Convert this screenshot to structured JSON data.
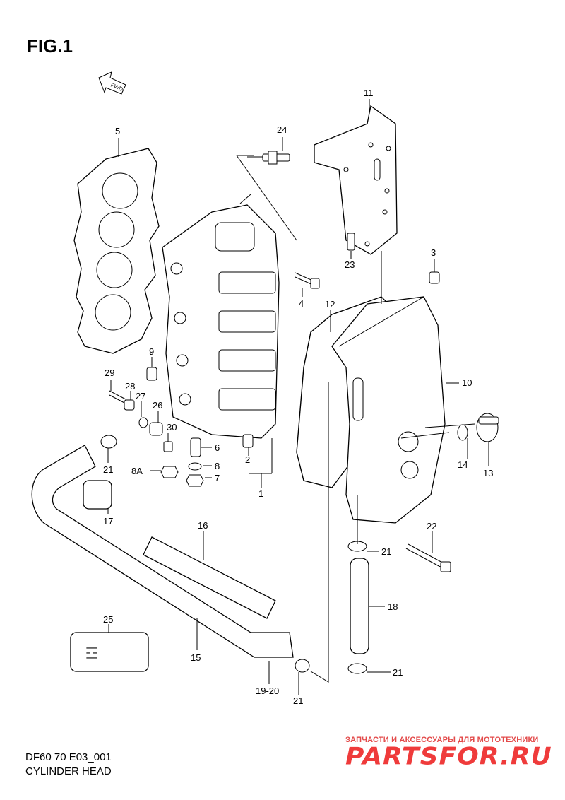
{
  "figure_title": "FIG.1",
  "fwd_label": "FWD",
  "diagram_code": "DF60 70 E03_001",
  "diagram_name": "CYLINDER HEAD",
  "watermark": {
    "tagline": "ЗАПЧАСТИ И АКСЕССУАРЫ ДЛЯ МОТОТЕХНИКИ",
    "logo": "PARTSFOR.RU",
    "color": "#ef3b3b"
  },
  "callouts": [
    "5",
    "24",
    "11",
    "3",
    "23",
    "4",
    "12",
    "10",
    "9",
    "29",
    "28",
    "27",
    "26",
    "30",
    "6",
    "8",
    "7",
    "8A",
    "2",
    "1",
    "21",
    "17",
    "14",
    "13",
    "22",
    "16",
    "18",
    "25",
    "15",
    "19-20"
  ]
}
